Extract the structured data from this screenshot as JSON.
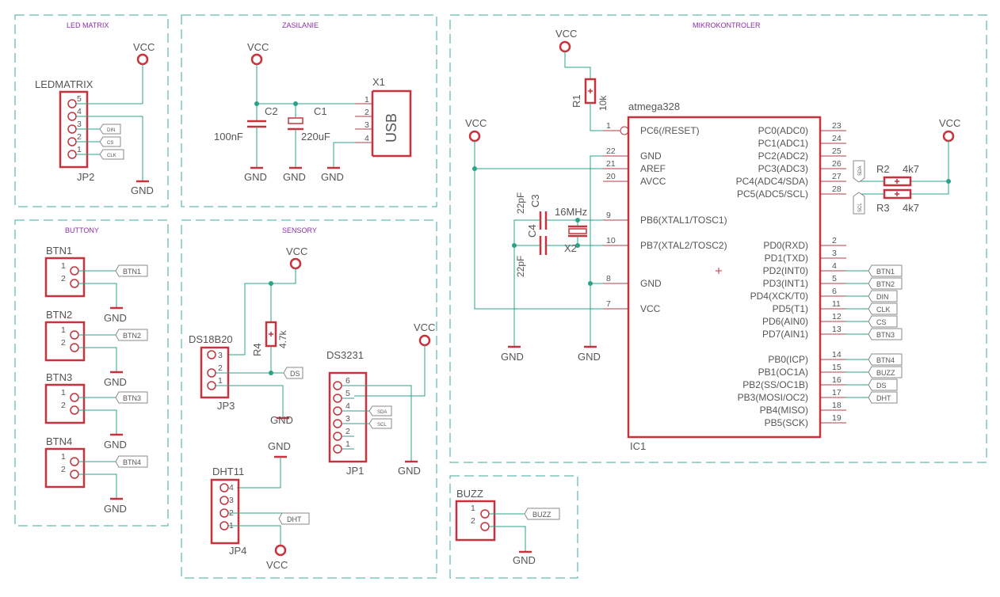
{
  "frames": {
    "led_matrix": "LED MATRIX",
    "zasilanie": "ZASILANIE",
    "mikrokontroler": "MIKROKONTROLER",
    "buttony": "BUTTONY",
    "sensory": "SENSORY",
    "buzz": "BUZZ"
  },
  "power": {
    "vcc": "VCC",
    "gnd": "GND"
  },
  "parts": {
    "ledmatrix": "LEDMATRIX",
    "jp2": "JP2",
    "c1": "C1",
    "c1_val": "220uF",
    "c2": "C2",
    "c2_val": "100nF",
    "x1": "X1",
    "usb": "USB",
    "btn1": "BTN1",
    "btn2": "BTN2",
    "btn3": "BTN3",
    "btn4": "BTN4",
    "ds18b20": "DS18B20",
    "jp3": "JP3",
    "r4": "R4",
    "r4_val": "4.7k",
    "ds3231": "DS3231",
    "jp1": "JP1",
    "dht11": "DHT11",
    "jp4": "JP4",
    "buzz": "BUZZ",
    "r1": "R1",
    "r1_val": "10k",
    "mcu": "atmega328",
    "ic1": "IC1",
    "c3": "C3",
    "c3_val": "22pF",
    "c4": "C4",
    "c4_val": "22pF",
    "xtal": "16MHz",
    "x2": "X2",
    "r2": "R2",
    "r2_val": "4k7",
    "r3": "R3",
    "r3_val": "4k7"
  },
  "nets": {
    "din": "DIN",
    "cs": "CS",
    "clk": "CLK",
    "ds": "DS",
    "sda": "SDA",
    "scl": "SCL",
    "dht": "DHT",
    "buzz": "BUZZ",
    "btn1": "BTN1",
    "btn2": "BTN2",
    "btn3": "BTN3",
    "btn4": "BTN4"
  },
  "mcu_left_pins": [
    {
      "num": "1",
      "name": "PC6(/RESET)"
    },
    {
      "num": "22",
      "name": "GND"
    },
    {
      "num": "21",
      "name": "AREF"
    },
    {
      "num": "20",
      "name": "AVCC"
    },
    {
      "num": "9",
      "name": "PB6(XTAL1/TOSC1)"
    },
    {
      "num": "10",
      "name": "PB7(XTAL2/TOSC2)"
    },
    {
      "num": "8",
      "name": "GND"
    },
    {
      "num": "7",
      "name": "VCC"
    }
  ],
  "mcu_right_pins": [
    {
      "num": "23",
      "name": "PC0(ADC0)"
    },
    {
      "num": "24",
      "name": "PC1(ADC1)"
    },
    {
      "num": "25",
      "name": "PC2(ADC2)"
    },
    {
      "num": "26",
      "name": "PC3(ADC3)"
    },
    {
      "num": "27",
      "name": "PC4(ADC4/SDA)"
    },
    {
      "num": "28",
      "name": "PC5(ADC5/SCL)"
    },
    {
      "num": "2",
      "name": "PD0(RXD)"
    },
    {
      "num": "3",
      "name": "PD1(TXD)"
    },
    {
      "num": "4",
      "name": "PD2(INT0)"
    },
    {
      "num": "5",
      "name": "PD3(INT1)"
    },
    {
      "num": "6",
      "name": "PD4(XCK/T0)"
    },
    {
      "num": "11",
      "name": "PD5(T1)"
    },
    {
      "num": "12",
      "name": "PD6(AIN0)"
    },
    {
      "num": "13",
      "name": "PD7(AIN1)"
    },
    {
      "num": "14",
      "name": "PB0(ICP)"
    },
    {
      "num": "15",
      "name": "PB1(OC1A)"
    },
    {
      "num": "16",
      "name": "PB2(SS/OC1B)"
    },
    {
      "num": "17",
      "name": "PB3(MOSI/OC2)"
    },
    {
      "num": "18",
      "name": "PB4(MISO)"
    },
    {
      "num": "19",
      "name": "PB5(SCK)"
    }
  ],
  "mcu_right_tags": [
    "",
    "",
    "",
    "",
    "",
    "",
    "",
    "",
    "BTN1",
    "BTN2",
    "DIN",
    "CLK",
    "CS",
    "BTN3",
    "BTN4",
    "BUZZ",
    "DS",
    "DHT",
    "",
    ""
  ],
  "pin_numbers": [
    "1",
    "2",
    "3",
    "4",
    "5",
    "6"
  ]
}
